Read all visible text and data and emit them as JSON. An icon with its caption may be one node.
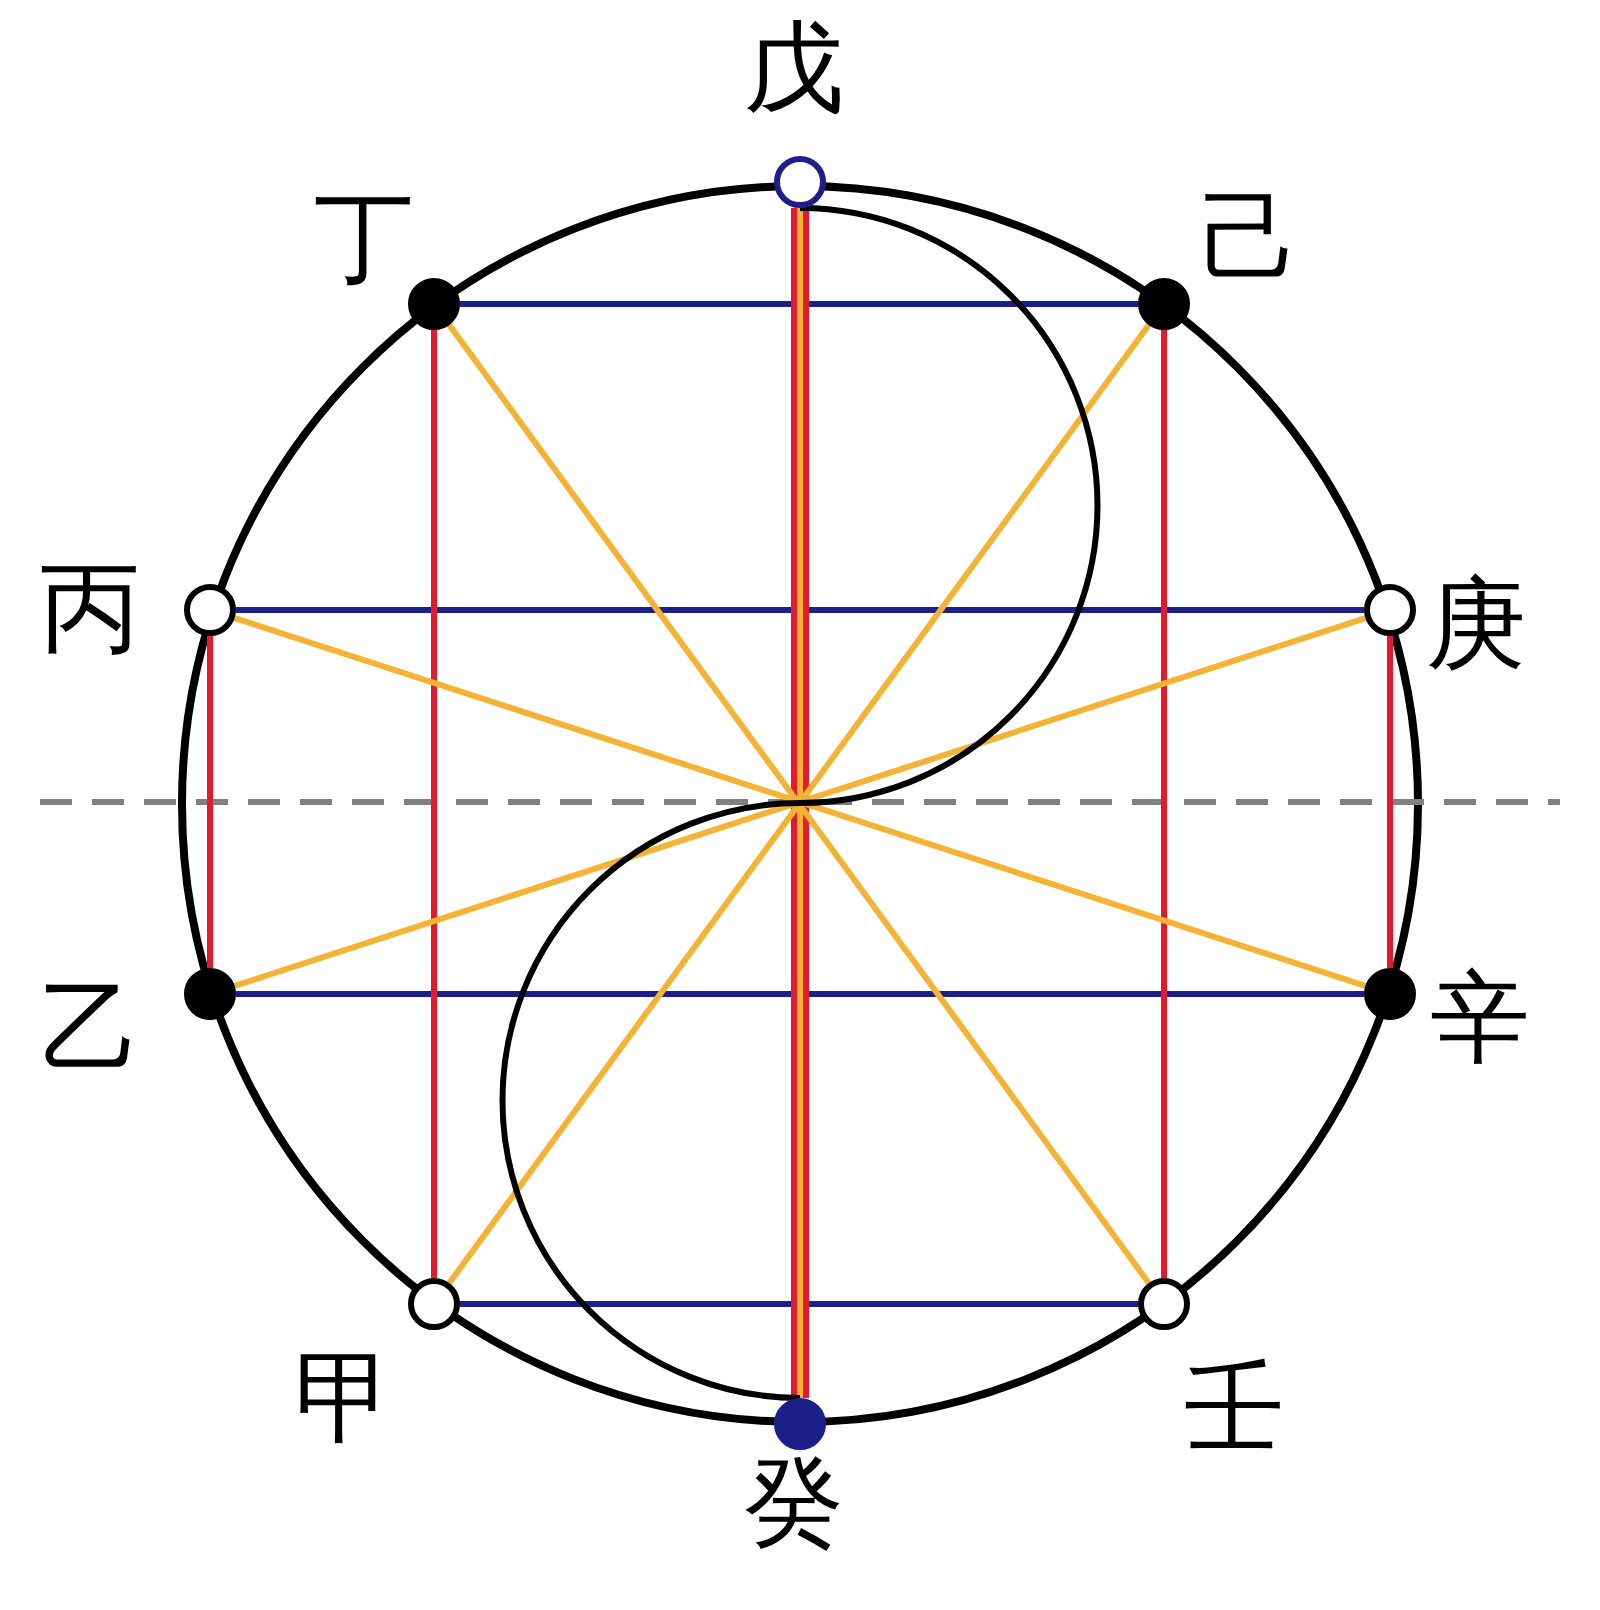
{
  "diagram": {
    "nodes": [
      {
        "text": [
          "戊"
        ]
      },
      {
        "text": [
          "丁"
        ]
      },
      {
        "text": [
          "己"
        ]
      },
      {
        "text": [
          "丙"
        ]
      },
      {
        "text": [
          "庚"
        ]
      },
      {
        "text": [
          "乙"
        ]
      },
      {
        "text": [
          "辛"
        ]
      },
      {
        "text": [
          "甲"
        ]
      },
      {
        "text": [
          "壬"
        ]
      },
      {
        "text": [
          "癸"
        ]
      }
    ],
    "edges": [
      {
        "from": 1,
        "to": 2,
        "arrow": "none",
        "color": "#1c1f87"
      },
      {
        "from": 3,
        "to": 4,
        "arrow": "none",
        "color": "#1c1f87"
      },
      {
        "from": 5,
        "to": 6,
        "arrow": "none",
        "color": "#1c1f87"
      },
      {
        "from": 7,
        "to": 8,
        "arrow": "none",
        "color": "#1c1f87"
      },
      {
        "from": 1,
        "to": 7,
        "arrow": "none",
        "color": "#e3192c"
      },
      {
        "from": 2,
        "to": 8,
        "arrow": "none",
        "color": "#e3192c"
      },
      {
        "from": 3,
        "to": 5,
        "arrow": "none",
        "color": "#e3192c"
      },
      {
        "from": 4,
        "to": 6,
        "arrow": "none",
        "color": "#e3192c"
      },
      {
        "from": 0,
        "to": 9,
        "arrow": "none",
        "style": "thick",
        "color": "#e3192c"
      },
      {
        "from": 0,
        "to": 9,
        "arrow": "none",
        "color": "#f5b335"
      },
      {
        "from": 1,
        "to": 8,
        "arrow": "none",
        "color": "#f5b335"
      },
      {
        "from": 2,
        "to": 7,
        "arrow": "none",
        "color": "#f5b335"
      },
      {
        "from": 3,
        "to": 6,
        "arrow": "none",
        "color": "#f5b335"
      },
      {
        "from": 4,
        "to": 5,
        "arrow": "none",
        "color": "#f5b335"
      },
      {
        "from": 0,
        "to": 9,
        "arrow": "none",
        "color": "#000000"
      }
    ]
  }
}
